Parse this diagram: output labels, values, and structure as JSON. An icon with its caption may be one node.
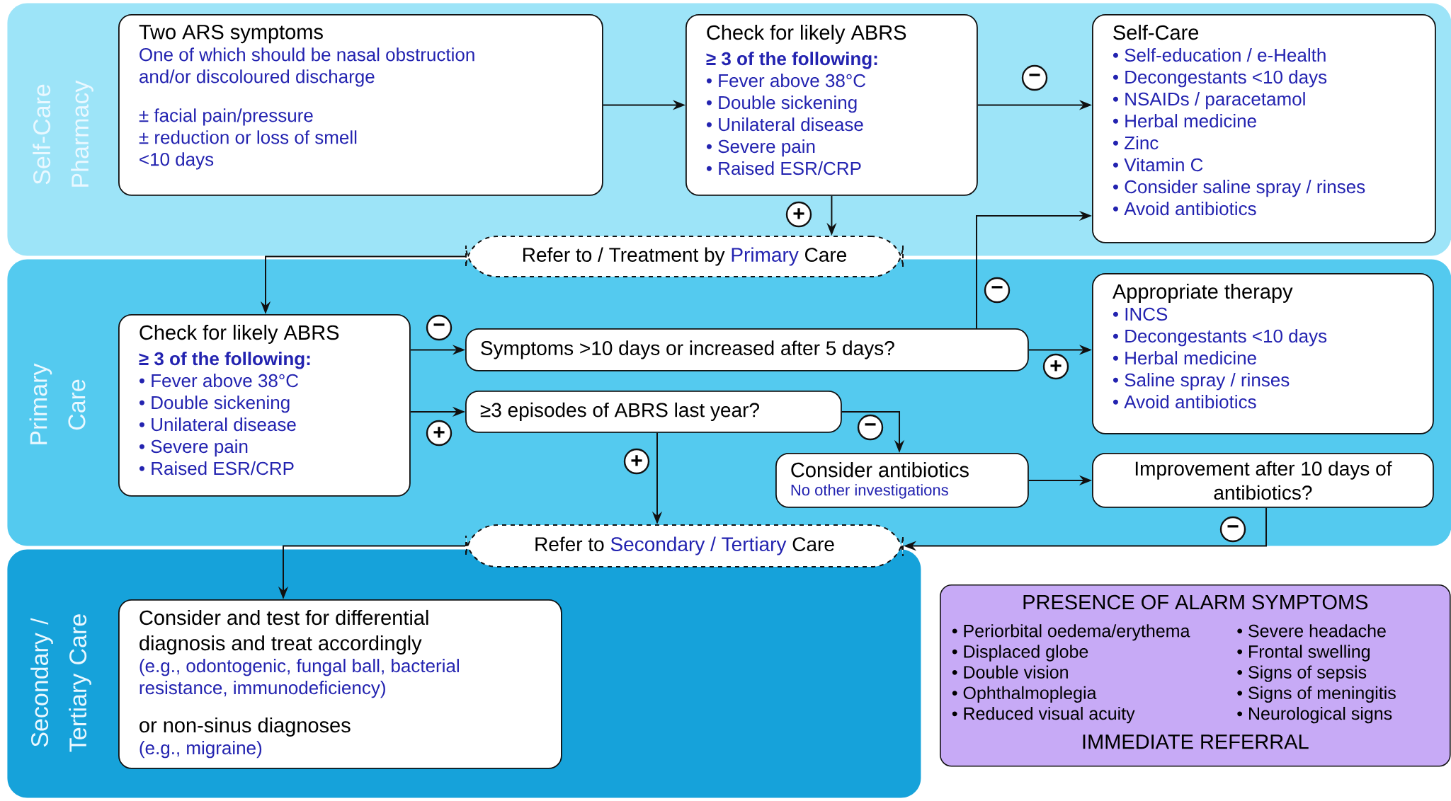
{
  "diagram": {
    "nodes": [
      {
        "text": [
          "Self-Care Pharmacy"
        ]
      },
      {
        "text": [
          "Two ARS symptoms",
          "One of which should be nasal obstruction and/or discoloured discharge",
          "± facial pain/pressure",
          "± reduction or loss of smell",
          "<10 days"
        ],
        "in": 0
      },
      {
        "text": [
          "Check for likely ABRS",
          "≥ 3 of the following:",
          "• Fever above 38°C",
          "• Double sickening",
          "• Unilateral disease",
          "• Severe pain",
          "• Raised ESR/CRP"
        ],
        "in": 0
      },
      {
        "text": [
          "Self-Care",
          "• Self-education / e-Health",
          "• Decongestants <10 days",
          "• NSAIDs / paracetamol",
          "• Herbal medicine",
          "• Zinc",
          "• Vitamin C",
          "• Consider saline spray / rinses",
          "• Avoid antibiotics"
        ],
        "in": 0
      },
      {
        "text": [
          "Refer to / Treatment by",
          "Primary",
          "Care"
        ]
      },
      {
        "text": [
          "Primary Care"
        ]
      },
      {
        "text": [
          "Check for likely ABRS",
          "≥ 3 of the following:",
          "• Fever above 38°C",
          "• Double sickening",
          "• Unilateral disease",
          "• Severe pain",
          "• Raised ESR/CRP"
        ],
        "in": 5
      },
      {
        "text": [
          "Symptoms >10 days or increased after 5 days?"
        ],
        "in": 5
      },
      {
        "text": [
          "≥3 episodes of ABRS last year?"
        ],
        "in": 5
      },
      {
        "text": [
          "Appropriate therapy",
          "• INCS",
          "• Decongestants <10 days",
          "• Herbal medicine",
          "• Saline spray / rinses",
          "• Avoid antibiotics"
        ],
        "in": 5
      },
      {
        "text": [
          "Consider antibiotics",
          "No other investigations"
        ],
        "in": 5
      },
      {
        "text": [
          "Improvement after 10 days of antibiotics?"
        ],
        "in": 5
      },
      {
        "text": [
          "Refer to",
          "Secondary / Tertiary",
          "Care"
        ]
      },
      {
        "text": [
          "Secondary / Tertiary Care"
        ]
      },
      {
        "text": [
          "Consider and test for differential diagnosis and treat accordingly",
          "(e.g., odontogenic, fungal ball, bacterial resistance, immunodeficiency)",
          "or non-sinus diagnoses",
          "(e.g., migraine)"
        ],
        "in": 13
      },
      {
        "text": [
          "PRESENCE OF ALARM SYMPTOMS",
          "• Periorbital oedema/erythema",
          "• Displaced globe",
          "• Double vision",
          "• Ophthalmoplegia",
          "• Reduced visual acuity",
          "• Severe headache",
          "• Frontal swelling",
          "• Signs of sepsis",
          "• Signs of meningitis",
          "• Neurological signs",
          "IMMEDIATE REFERRAL"
        ]
      }
    ],
    "edges": [
      {
        "from": 1,
        "to": 2,
        "arrow": "to"
      },
      {
        "from": 2,
        "to": 3,
        "arrow": "to",
        "label": "−"
      },
      {
        "from": 2,
        "to": 4,
        "arrow": "to",
        "label": "+"
      },
      {
        "from": 4,
        "to": 6,
        "arrow": "to"
      },
      {
        "from": 6,
        "to": 7,
        "arrow": "to",
        "label": "−"
      },
      {
        "from": 6,
        "to": 8,
        "arrow": "to",
        "label": "+"
      },
      {
        "from": 7,
        "to": 3,
        "arrow": "to",
        "label": "−"
      },
      {
        "from": 7,
        "to": 9,
        "arrow": "to",
        "label": "+"
      },
      {
        "from": 8,
        "to": 10,
        "arrow": "to",
        "label": "−"
      },
      {
        "from": 8,
        "to": 12,
        "arrow": "to",
        "label": "+"
      },
      {
        "from": 10,
        "to": 11,
        "arrow": "to"
      },
      {
        "from": 11,
        "to": 12,
        "arrow": "to",
        "label": "−"
      },
      {
        "from": 12,
        "to": 14,
        "arrow": "to"
      }
    ]
  }
}
